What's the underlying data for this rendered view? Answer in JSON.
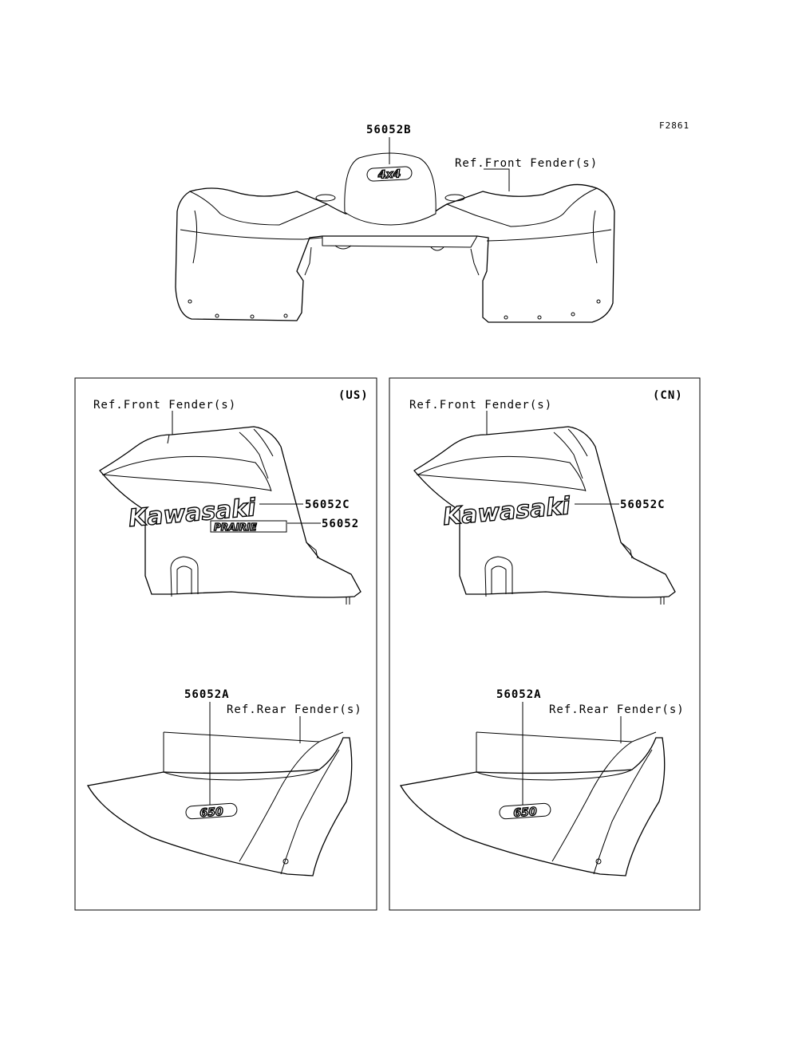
{
  "figure_code": "F2861",
  "top": {
    "part_label": "56052B",
    "ref_label": "Ref.Front Fender(s)",
    "badge_text": "4x4"
  },
  "panels": [
    {
      "region": "(US)",
      "front_ref": "Ref.Front Fender(s)",
      "front_parts": [
        "56052C",
        "56052"
      ],
      "brand_decal": "Kawasaki",
      "model_decal": "PRAIRIE",
      "rear_part": "56052A",
      "rear_ref": "Ref.Rear Fender(s)",
      "rear_decal": "650"
    },
    {
      "region": "(CN)",
      "front_ref": "Ref.Front Fender(s)",
      "front_parts": [
        "56052C"
      ],
      "brand_decal": "Kawasaki",
      "rear_part": "56052A",
      "rear_ref": "Ref.Rear Fender(s)",
      "rear_decal": "650"
    }
  ]
}
